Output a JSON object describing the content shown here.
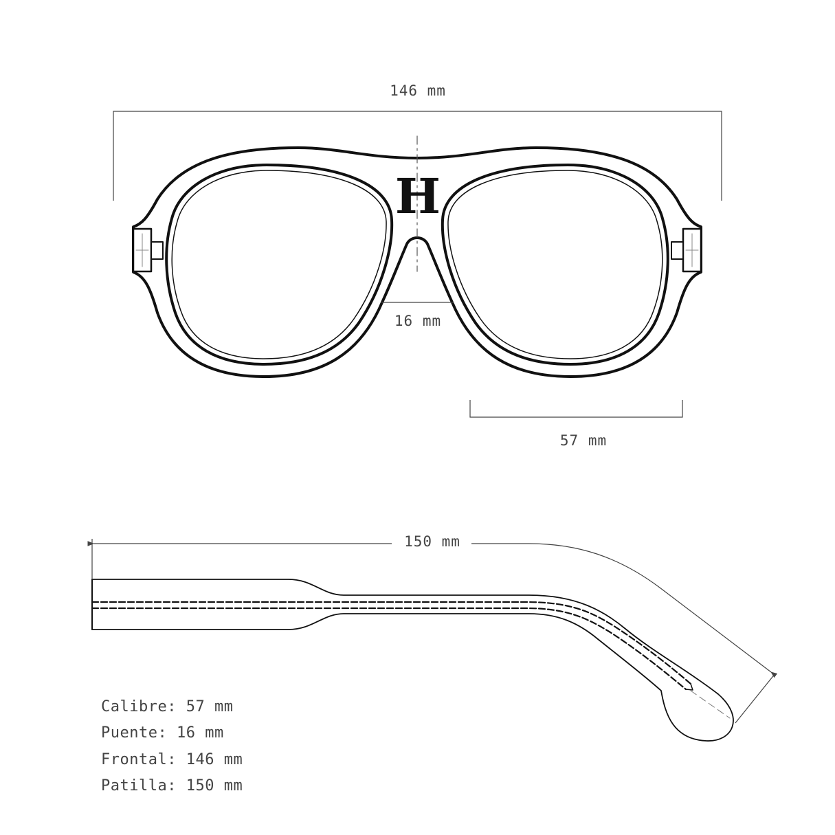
{
  "colors": {
    "ink": "#111111",
    "dimension": "#444444",
    "background": "#ffffff"
  },
  "logo_letter": "H",
  "dimensions": {
    "frontal": "146 mm",
    "bridge": "16 mm",
    "lens": "57 mm",
    "temple": "150 mm"
  },
  "specs": [
    {
      "label": "Calibre:",
      "value": "57 mm"
    },
    {
      "label": "Puente:",
      "value": "16 mm"
    },
    {
      "label": "Frontal:",
      "value": "146 mm"
    },
    {
      "label": "Patilla:",
      "value": "150 mm"
    }
  ]
}
